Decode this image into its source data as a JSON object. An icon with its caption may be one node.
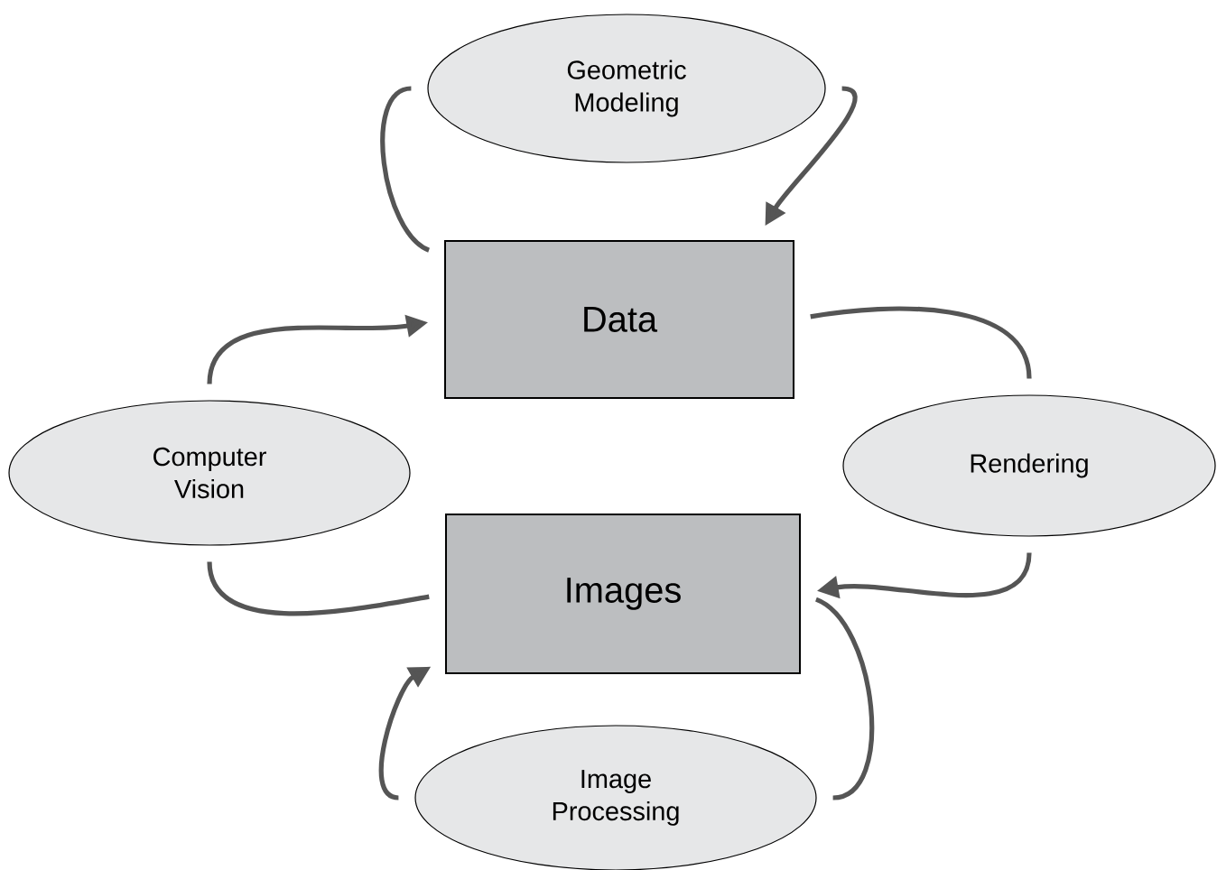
{
  "diagram": {
    "nodes": [
      {
        "text": [
          "Geometric Modeling"
        ]
      },
      {
        "text": [
          "Data"
        ]
      },
      {
        "text": [
          "Computer Vision"
        ]
      },
      {
        "text": [
          "Rendering"
        ]
      },
      {
        "text": [
          "Images"
        ]
      },
      {
        "text": [
          "Image Processing"
        ]
      }
    ],
    "edges": [
      {
        "from": 1,
        "to": 0,
        "arrow": "none"
      },
      {
        "from": 0,
        "to": 1,
        "arrow": "to"
      },
      {
        "from": 4,
        "to": 2,
        "arrow": "none"
      },
      {
        "from": 2,
        "to": 1,
        "arrow": "to"
      },
      {
        "from": 1,
        "to": 3,
        "arrow": "none"
      },
      {
        "from": 3,
        "to": 4,
        "arrow": "to"
      },
      {
        "from": 4,
        "to": 5,
        "arrow": "none"
      },
      {
        "from": 5,
        "to": 4,
        "arrow": "to"
      }
    ]
  }
}
